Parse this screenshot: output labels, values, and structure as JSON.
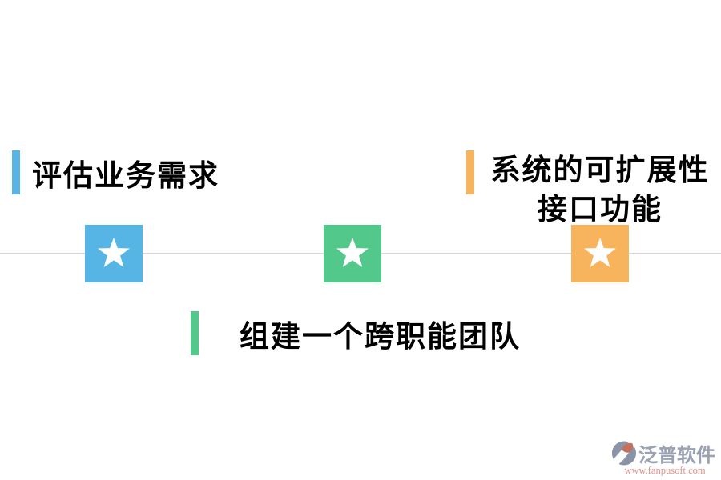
{
  "page": {
    "background": "#ffffff"
  },
  "timeline": {
    "line_color": "#d6d6d6"
  },
  "steps": [
    {
      "label": "评估业务需求",
      "accent_color": "#56b5e5",
      "position": "top-left"
    },
    {
      "label_line1": "系统的可扩展性",
      "label_line2": "接口功能",
      "accent_color": "#f8b45c",
      "position": "top-right"
    },
    {
      "label": "组建一个跨职能团队",
      "accent_color": "#52c98a",
      "position": "bottom-center"
    }
  ],
  "milestones": [
    {
      "icon": "star-icon",
      "color": "#56b5e5"
    },
    {
      "icon": "star-icon",
      "color": "#52c98a"
    },
    {
      "icon": "star-icon",
      "color": "#f8b45c"
    }
  ],
  "watermark": {
    "brand": "泛普软件",
    "url": "www.fanpusoft.com",
    "brand_color": "#99a1b3",
    "url_color": "#e0928a",
    "logo_gray": "#8b94a6",
    "logo_red": "#c4705f"
  }
}
